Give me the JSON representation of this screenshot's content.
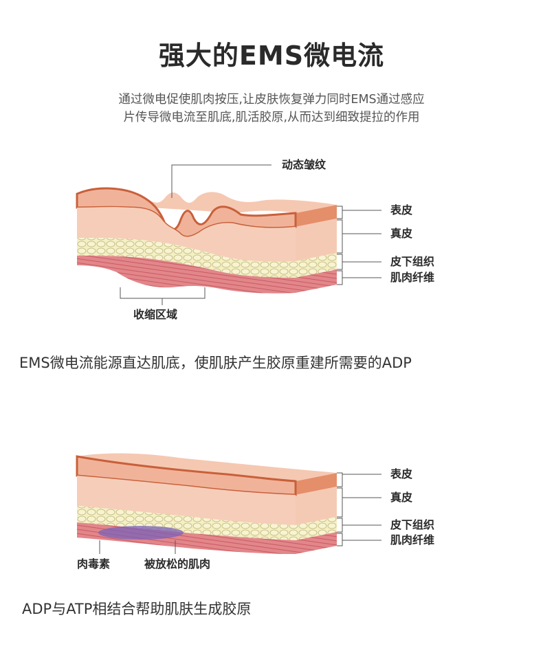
{
  "header": {
    "title": "强大的EMS微电流",
    "intro_line1": "通过微电促使肌肉按压,让皮肤恢复弹力同时EMS通过感应",
    "intro_line2": "片传导微电流至肌底,肌活胶原,从而达到细致提拉的作用"
  },
  "diagram1": {
    "top_label": "动态皱纹",
    "layer_labels": [
      "表皮",
      "真皮",
      "皮下组织",
      "肌肉纤维"
    ],
    "bottom_label": "收缩区域",
    "caption": "EMS微电流能源直达肌底，使肌肤产生胶原重建所需要的ADP"
  },
  "diagram2": {
    "layer_labels": [
      "表皮",
      "真皮",
      "皮下组织",
      "肌肉纤维"
    ],
    "bottom_label_left": "肉毒素",
    "bottom_label_right": "被放松的肌肉",
    "caption": "ADP与ATP相结合帮助肌肤生成胶原"
  },
  "colors": {
    "epidermis": "#f2b8a0",
    "epidermis_edge": "#c8603a",
    "dermis": "#f6cdb9",
    "fat": "#f3efc0",
    "muscle": "#e58a8e",
    "toxin": "#7a62b8"
  }
}
